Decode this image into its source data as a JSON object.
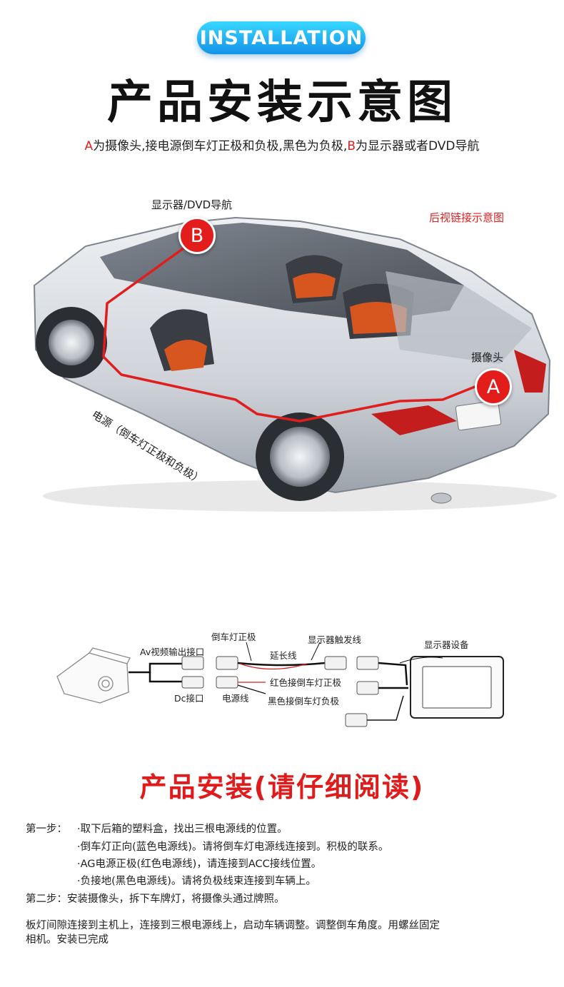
{
  "header": {
    "badge": "INSTALLATION",
    "title": "产品安装示意图",
    "subtitle": {
      "a": "A",
      "a_text": "为摄像头,接电源倒车灯正极和负极,黑色为负极,",
      "b": "B",
      "b_text": "为显示器或者DVD导航"
    }
  },
  "car_diagram": {
    "display_label": "显示器/DVD导航",
    "rear_view_label": "后视链接示意图",
    "camera_label": "摄像头",
    "power_label": "电源（倒车灯正极和负极）",
    "badge_b": "B",
    "badge_a": "A"
  },
  "wiring": {
    "reverse_light_positive": "倒车灯正极",
    "display_trigger": "显示器触发线",
    "display_device": "显示器设备",
    "av_output": "Av视频输出接口",
    "extension_cable": "延长线",
    "red_connect": "红色接倒车灯正极",
    "dc_port": "Dc接口",
    "power_cable": "电源线",
    "black_connect": "黑色接倒车灯负极"
  },
  "install": {
    "title": "产品安装(请仔细阅读)",
    "step1_label": "第一步：",
    "step1_items": [
      "·取下后箱的塑料盒，找出三根电源线的位置。",
      "·倒车灯正向(蓝色电源线)。请将倒车灯电源线连接到。积极的联系。",
      "·AG电源正极(红色电源线)，请连接到ACC接线位置。",
      "·负接地(黑色电源线)。请将负极线束连接到车辆上。"
    ],
    "step2": "第二步：安装摄像头，拆下车牌灯，将摄像头通过牌照。",
    "final_lines": [
      "板灯间隙连接到主机上，连接到三根电源线上，启动车辆调整。调整倒车角度。用螺丝固定",
      "相机。安装已完成"
    ]
  },
  "colors": {
    "accent_red": "#e02020",
    "badge_blue": "#1592e8"
  }
}
